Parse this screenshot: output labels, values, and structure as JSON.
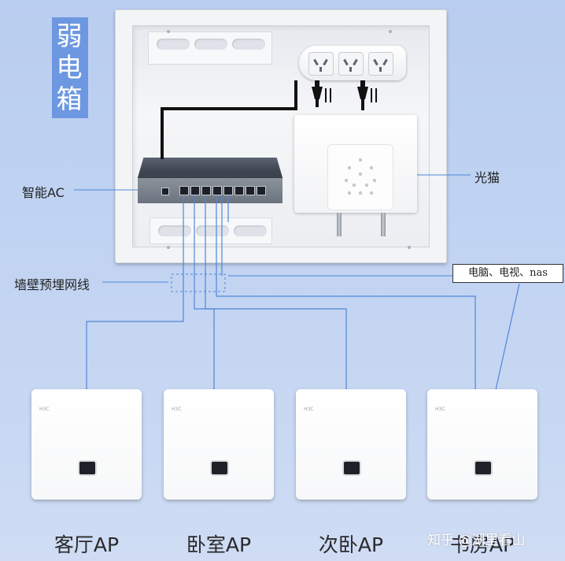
{
  "title": [
    "弱",
    "电",
    "箱"
  ],
  "labels": {
    "ac": "智能AC",
    "modem": "光猫",
    "wall_cable": "墙壁预埋网线",
    "devices": "电脑、电视、nas"
  },
  "access_points": [
    {
      "name": "客厅AP",
      "brand": "H3C"
    },
    {
      "name": "卧室AP",
      "brand": "H3C"
    },
    {
      "name": "次卧AP",
      "brand": "H3C"
    },
    {
      "name": "书房AP",
      "brand": "H3C"
    }
  ],
  "watermark": "知乎 @湖里看山",
  "colors": {
    "background": "#c3d5f2",
    "title_bg": "#6d98e1",
    "wire": "#4f86d8",
    "power_cable": "#111111"
  }
}
